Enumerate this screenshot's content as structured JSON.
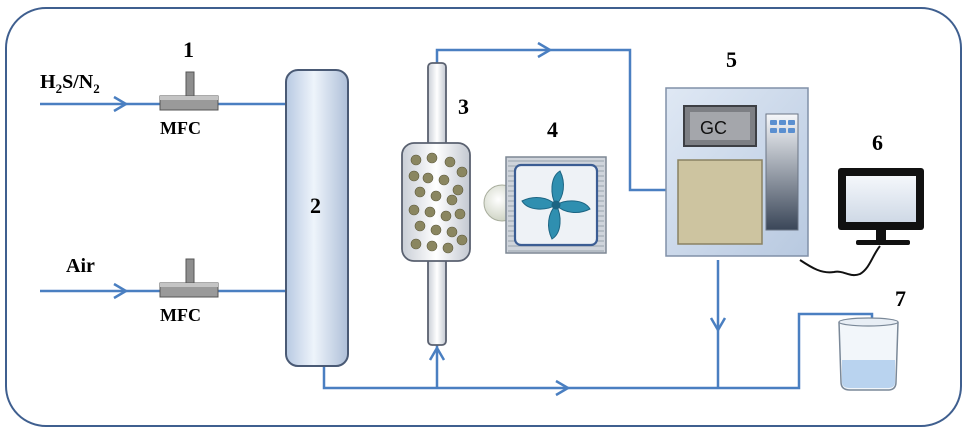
{
  "diagram": {
    "inputs": {
      "gas_main": "H",
      "gas_sub1": "2",
      "gas_mid": "S/N",
      "gas_sub2": "2",
      "air": "Air"
    },
    "components": {
      "mfc1_number": "1",
      "mfc1_label": "MFC",
      "mfc2_label": "MFC",
      "column_number": "2",
      "reactor_number": "3",
      "fan_number": "4",
      "gc_number": "5",
      "gc_label": "GC",
      "computer_number": "6",
      "beaker_number": "7"
    },
    "colors": {
      "pipe": "#4a7fc1",
      "frame": "#3f5f8f",
      "column_fill": "#d9e6f5",
      "mfc_fill": "#9a9a9a",
      "gc_panel": "#c8d8ec",
      "gc_detector": "#cdc4a0",
      "fan_blade": "#2f8fb0",
      "particle": "#8a8660"
    },
    "icons": [
      "mfc-valve-icon",
      "column-icon",
      "packed-reactor-icon",
      "fan-icon",
      "gc-instrument-icon",
      "monitor-icon",
      "beaker-icon"
    ]
  }
}
